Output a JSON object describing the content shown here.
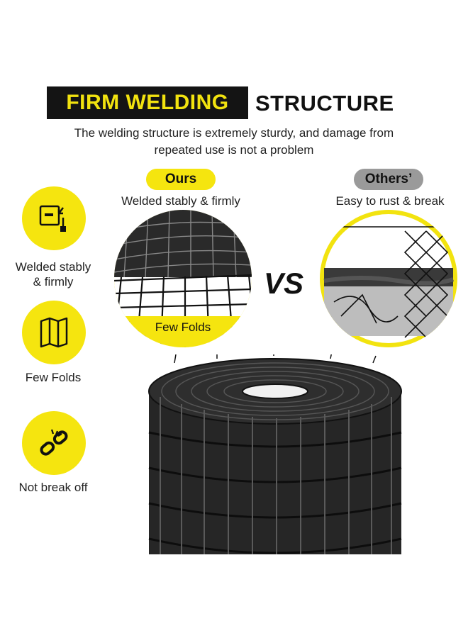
{
  "header": {
    "title_highlight": "FIRM WELDING",
    "title_rest": "STRUCTURE",
    "subtitle_line1": "The welding structure is extremely sturdy, and damage from",
    "subtitle_line2": "repeated use is not a problem"
  },
  "comparison": {
    "ours": {
      "badge": "Ours",
      "caption": "Welded stably & firmly",
      "inset_label": "Few Folds"
    },
    "vs": "VS",
    "others": {
      "badge": "Others’",
      "caption": "Easy to rust & break"
    }
  },
  "features": [
    {
      "icon": "welded-panel-icon",
      "label_line1": "Welded stably",
      "label_line2": "& firmly"
    },
    {
      "icon": "folded-map-icon",
      "label": "Few Folds"
    },
    {
      "icon": "broken-chain-icon",
      "label": "Not break off"
    }
  ],
  "colors": {
    "accent_yellow": "#f5e50f",
    "title_bg": "#141414",
    "others_badge": "#9a9a9a",
    "mesh": "#1a1a1a"
  }
}
